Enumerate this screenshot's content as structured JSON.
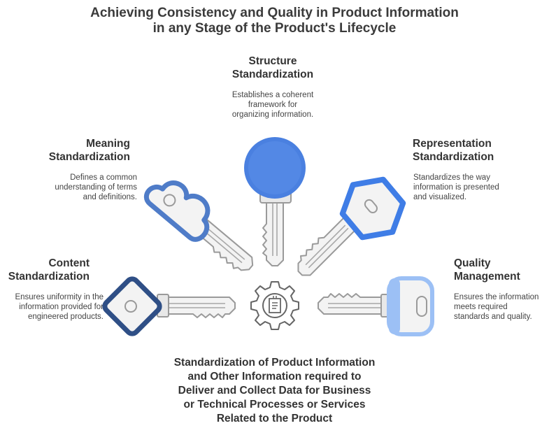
{
  "title": {
    "line1": "Achieving Consistency and Quality in Product Information",
    "line2": "in any Stage of the Product's Lifecycle"
  },
  "sections": {
    "structure": {
      "heading1": "Structure",
      "heading2": "Standardization",
      "desc1": "Establishes a coherent",
      "desc2": "framework for",
      "desc3": "organizing information."
    },
    "meaning": {
      "heading1": "Meaning",
      "heading2": "Standardization",
      "desc1": "Defines a common",
      "desc2": "understanding of terms",
      "desc3": "and definitions."
    },
    "representation": {
      "heading1": "Representation",
      "heading2": "Standardization",
      "desc1": "Standardizes the way",
      "desc2": "information is presented",
      "desc3": "and visualized."
    },
    "content": {
      "heading1": "Content",
      "heading2": "Standardization",
      "desc1": "Ensures uniformity in the",
      "desc2": "information provided for",
      "desc3": "engineered products."
    },
    "quality": {
      "heading1": "Quality",
      "heading2": "Management",
      "desc1": "Ensures the information",
      "desc2": "meets required",
      "desc3": "standards and quality."
    }
  },
  "bottom": {
    "line1": "Standardization of Product Information",
    "line2": "and Other Information required to",
    "line3": "Deliver and Collect Data for Business",
    "line4": "or Technical Processes or Services",
    "line5": "Related to the Product"
  },
  "icons": {
    "center": "gear-document-icon",
    "keys": [
      "structure-key-icon",
      "meaning-key-icon",
      "representation-key-icon",
      "content-key-icon",
      "quality-key-icon"
    ]
  },
  "colors": {
    "structure": "#4a80e0",
    "meaning": "#4f7cc8",
    "representation": "#3f7de6",
    "content": "#2f4f86",
    "quality": "#9cc0f5",
    "key_body": "#f3f3f3",
    "key_stroke": "#9a9a9a"
  }
}
